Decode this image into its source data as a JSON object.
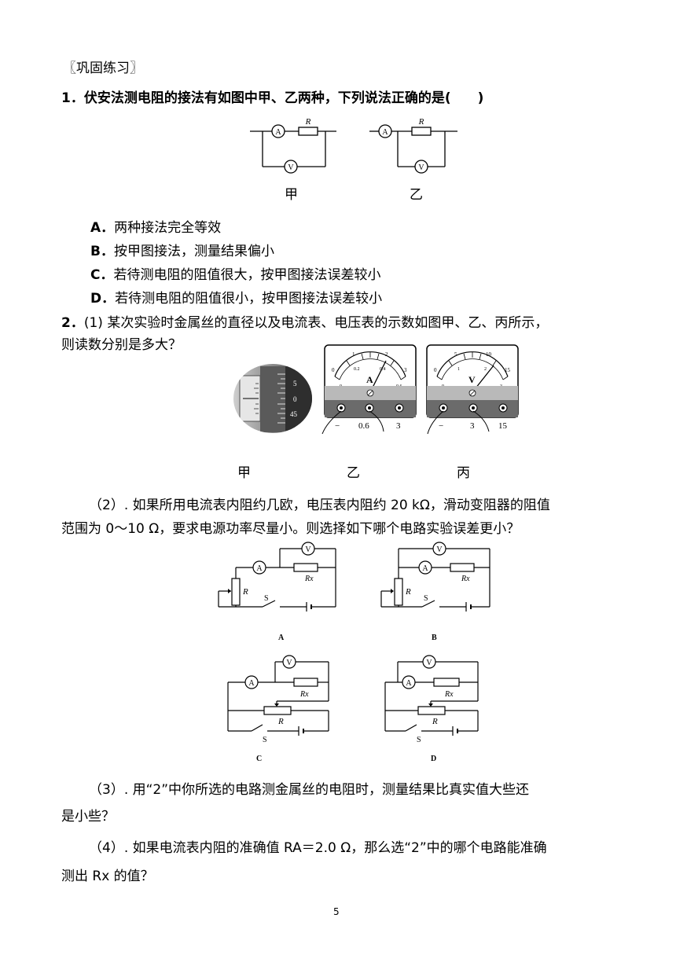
{
  "section_title": "〖巩固练习〗",
  "q1": {
    "number": "1．",
    "stem": "伏安法测电阻的接法有如图中甲、乙两种，下列说法正确的是(　　)",
    "fig_left_caption": "甲",
    "fig_right_caption": "乙",
    "resistor_label": "R",
    "ammeter_symbol": "A",
    "voltmeter_symbol": "V",
    "options": [
      {
        "letter": "A．",
        "text": "两种接法完全等效"
      },
      {
        "letter": "B．",
        "text": "按甲图接法，测量结果偏小"
      },
      {
        "letter": "C．",
        "text": "若待测电阻的阻值很大，按甲图接法误差较小"
      },
      {
        "letter": "D．",
        "text": "若待测电阻的阻值很小，按甲图接法误差较小"
      }
    ]
  },
  "q2": {
    "number": "2．",
    "part1_line1": "(1) 某次实验时金属丝的直径以及电流表、电压表的示数如图甲、乙、丙所示，",
    "part1_line2": "则读数分别是多大？",
    "micrometer_ticks": [
      "5",
      "0",
      "45"
    ],
    "ammeter": {
      "unit": "A",
      "top_scale": [
        "0",
        "1",
        "2",
        "3"
      ],
      "bottom_scale": [
        "0",
        "0.2",
        "0.4",
        "0.6"
      ],
      "terminals": [
        "−",
        "0.6",
        "3"
      ]
    },
    "voltmeter": {
      "unit": "V",
      "top_scale": [
        "0",
        "5",
        "10",
        "15"
      ],
      "bottom_scale": [
        "0",
        "1",
        "2",
        "3"
      ],
      "terminals": [
        "−",
        "3",
        "15"
      ]
    },
    "captions": [
      "甲",
      "乙",
      "丙"
    ],
    "part2_line1": "（2）. 如果所用电流表内阻约几欧，电压表内阻约 20 kΩ，滑动变阻器的阻值",
    "part2_line2": "范围为 0～10 Ω，要求电源功率尽量小。则选择如下哪个电路实验误差更小？",
    "circuit_labels": [
      "A",
      "B",
      "C",
      "D"
    ],
    "rx_label": "Rx",
    "r_label": "R",
    "switch_label": "S",
    "part3_line1": "（3）. 用“2”中你所选的电路测金属丝的电阻时，测量结果比真实值大些还",
    "part3_line2": "是小些？",
    "part4_line1": "（4）. 如果电流表内阻的准确值 RA＝2.0 Ω，那么选“2”中的哪个电路能准确",
    "part4_line2": "测出 Rx 的值？"
  },
  "page_number": "5"
}
